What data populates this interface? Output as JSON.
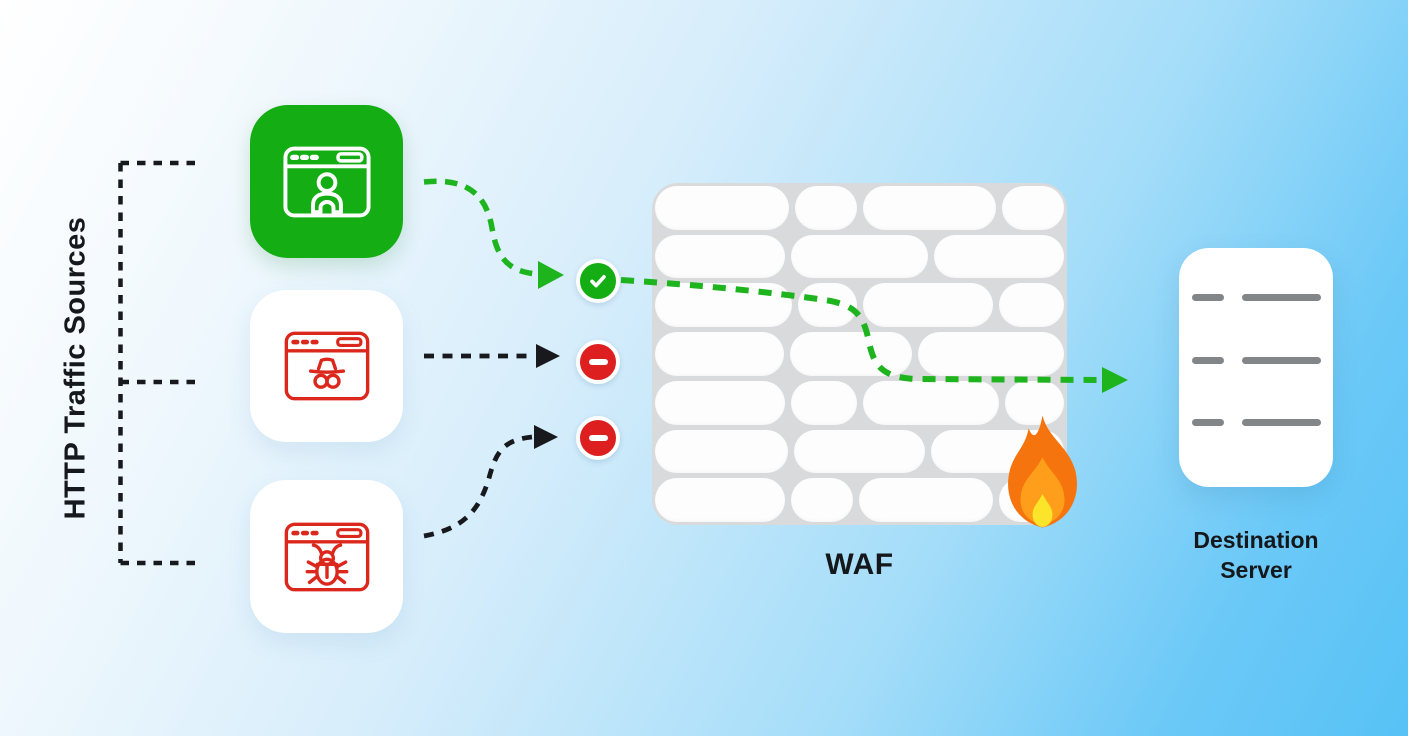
{
  "left_panel": {
    "group_label": "HTTP Traffic Sources"
  },
  "sources": [
    {
      "id": "legitimate-user",
      "icon": "browser-user-icon",
      "box_color": "#14AD14",
      "icon_color": "#FFFFFF",
      "status": "allowed",
      "status_icon": "check-icon",
      "status_color": "#14AD14"
    },
    {
      "id": "incognito-attacker",
      "icon": "browser-incognito-icon",
      "box_color": "#FFFFFF",
      "icon_color": "#DB271C",
      "status": "blocked",
      "status_icon": "minus-icon",
      "status_color": "#DE1F1F"
    },
    {
      "id": "bug-bot",
      "icon": "browser-bug-icon",
      "box_color": "#FFFFFF",
      "icon_color": "#DB271C",
      "status": "blocked",
      "status_icon": "minus-icon",
      "status_color": "#DE1F1F"
    }
  ],
  "waf": {
    "label": "WAF",
    "wall_rows": 7,
    "brick_color": "#FDFDFD",
    "mortar_color": "#D9DADB",
    "fire_icon": "flame-icon",
    "allowed_path_color": "#1EB41E",
    "blocked_path_color": "#17191D"
  },
  "destination": {
    "label": "Destination Server",
    "icon": "server-icon"
  },
  "background": {
    "gradient_start": "#FFFFFF",
    "gradient_end": "#57C2F6"
  }
}
